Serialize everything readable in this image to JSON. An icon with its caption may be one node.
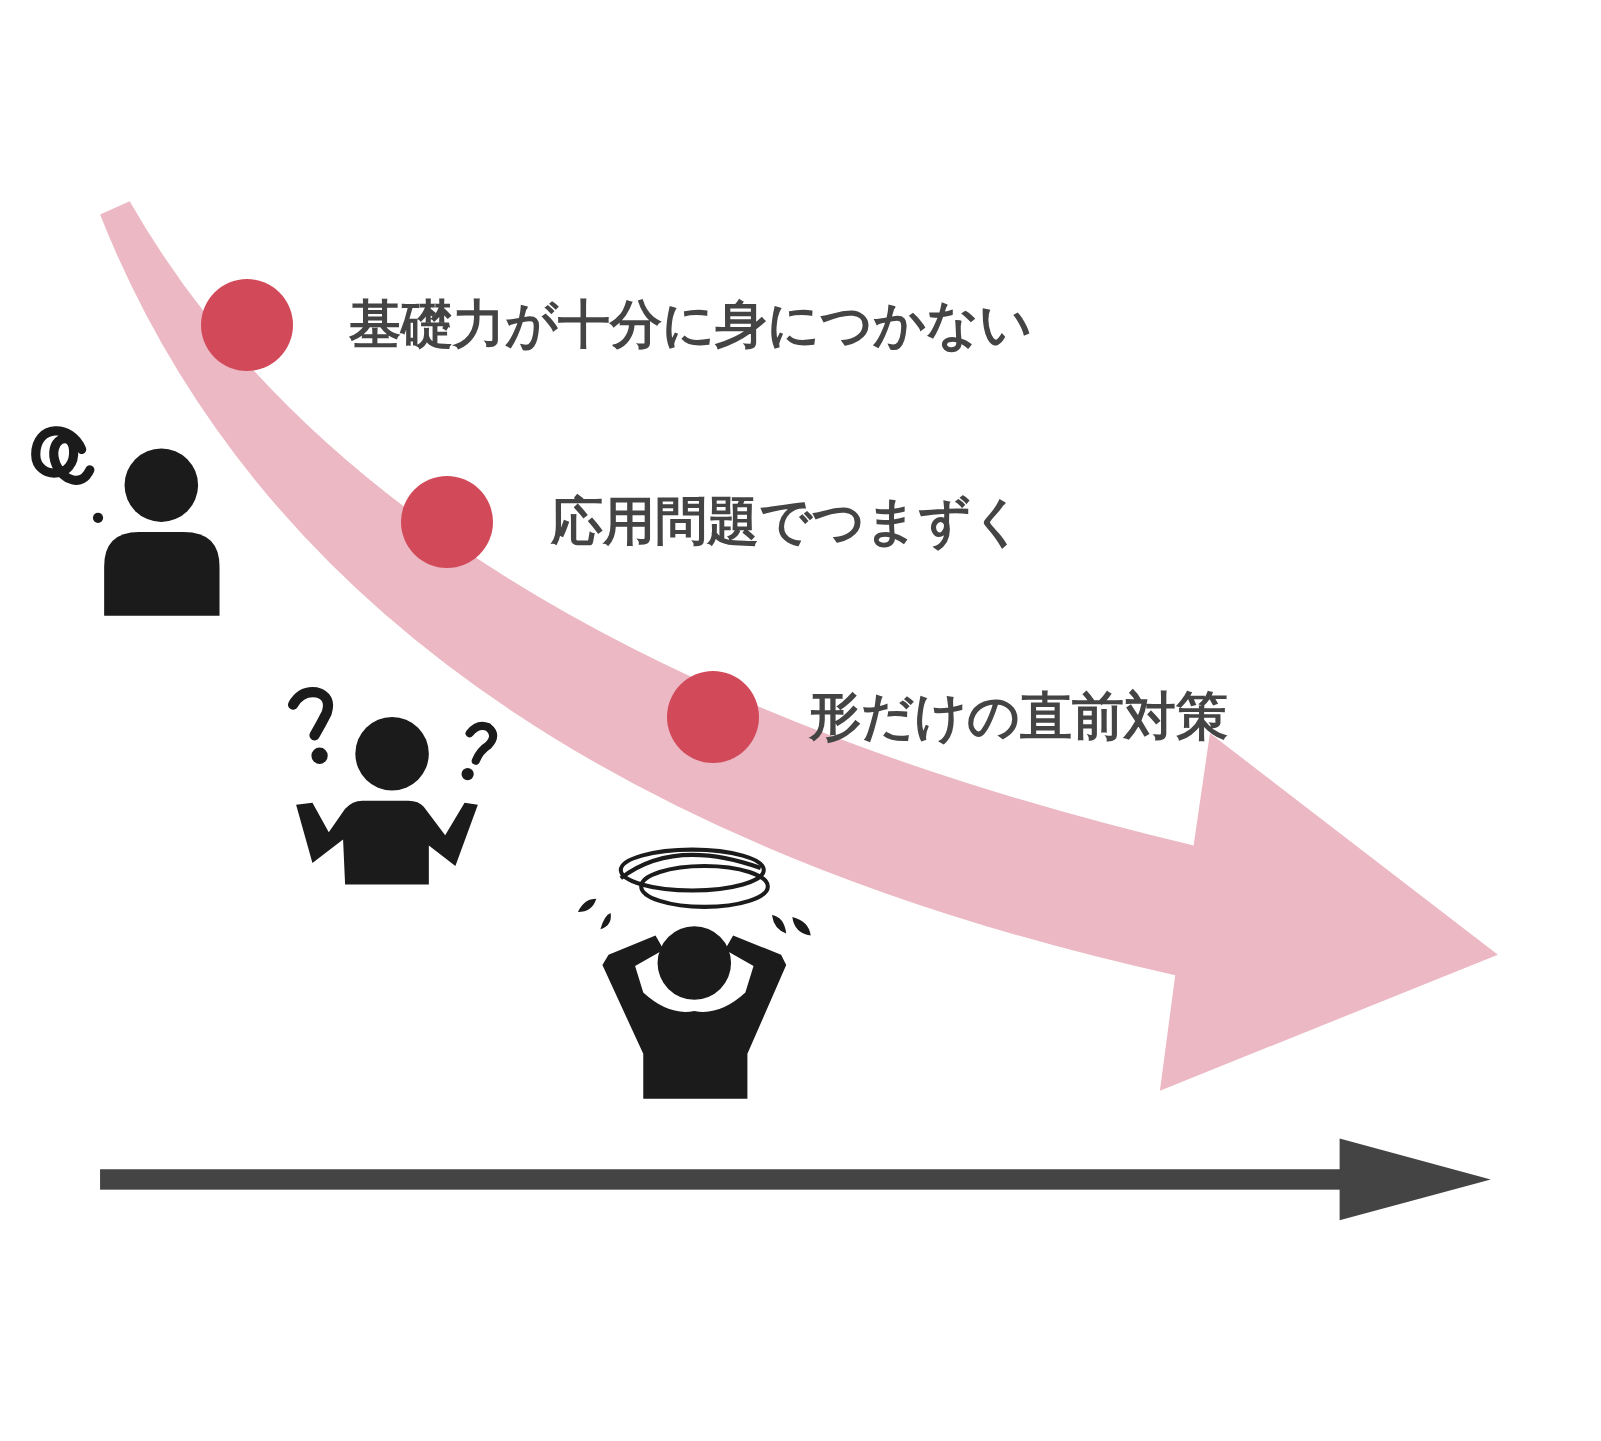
{
  "diagram": {
    "nodes": [
      {
        "text": [
          "基礎力が十分に身につかない"
        ]
      },
      {
        "text": [
          "応用問題でつまずく"
        ]
      },
      {
        "text": [
          "形だけの直前対策"
        ]
      }
    ]
  }
}
